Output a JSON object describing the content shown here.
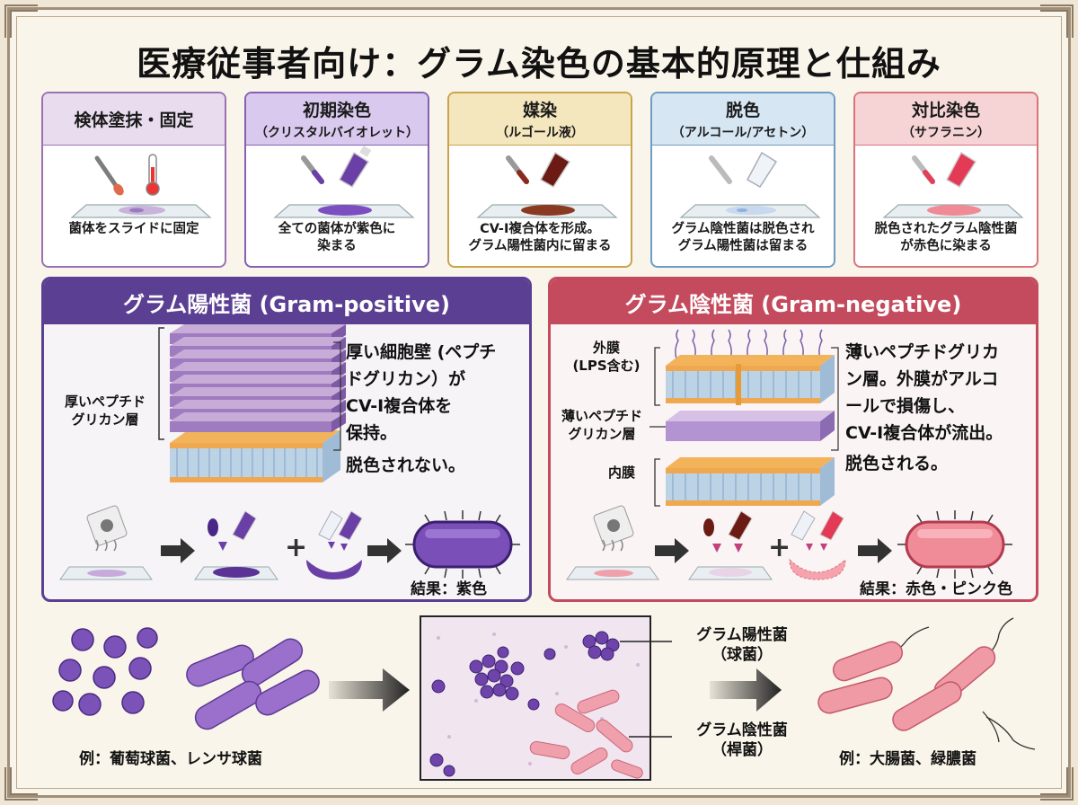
{
  "title": "医療従事者向け：グラム染色の基本的原理と仕組み",
  "steps": [
    {
      "title": "検体塗抹・固定",
      "subtitle": "",
      "desc1": "菌体をスライドに固定",
      "desc2": "",
      "color": "#9a72b2",
      "head_bg": "#e9dcef"
    },
    {
      "title": "初期染色",
      "subtitle": "（クリスタルバイオレット）",
      "desc1": "全ての菌体が紫色に",
      "desc2": "染まる",
      "color": "#8560b3",
      "head_bg": "#d9c9ee"
    },
    {
      "title": "媒染",
      "subtitle": "（ルゴール液）",
      "desc1": "CV-I複合体を形成。",
      "desc2": "グラム陽性菌内に留まる",
      "color": "#c9a44a",
      "head_bg": "#f4e6bd"
    },
    {
      "title": "脱色",
      "subtitle": "（アルコール/アセトン）",
      "desc1": "グラム陰性菌は脱色され",
      "desc2": "グラム陽性菌は留まる",
      "color": "#6e9cc4",
      "head_bg": "#d6e6f3"
    },
    {
      "title": "対比染色",
      "subtitle": "（サフラニン）",
      "desc1": "脱色されたグラム陰性菌",
      "desc2": "が赤色に染まる",
      "color": "#d9747c",
      "head_bg": "#f6d3d4"
    }
  ],
  "positive": {
    "header": "グラム陽性菌 (Gram-positive)",
    "layer_label_1": "厚いペプチド",
    "layer_label_2": "グリカン層",
    "desc_lines": [
      "厚い細胞壁 (ペプチ",
      "ドグリカン）が",
      "CV-I複合体を",
      "保持。",
      "脱色されない。"
    ],
    "result": "結果：紫色",
    "color": "#5b3f92"
  },
  "negative": {
    "header": "グラム陰性菌 (Gram-negative)",
    "outer_label_1": "外膜",
    "outer_label_2": "(LPS含む)",
    "pg_label_1": "薄いペプチド",
    "pg_label_2": "グリカン層",
    "inner_label": "内膜",
    "desc_lines": [
      "薄いペプチドグリカ",
      "ン層。外膜がアルコ",
      "ールで損傷し、",
      "CV-I複合体が流出。",
      "脱色される。"
    ],
    "result": "結果：赤色・ピンク色",
    "color": "#c44b5d"
  },
  "bottom": {
    "pos_example": "例：葡萄球菌、レンサ球菌",
    "neg_example": "例：大腸菌、緑膿菌",
    "pos_label_1": "グラム陽性菌",
    "pos_label_2": "（球菌）",
    "neg_label_1": "グラム陰性菌",
    "neg_label_2": "（桿菌）"
  }
}
